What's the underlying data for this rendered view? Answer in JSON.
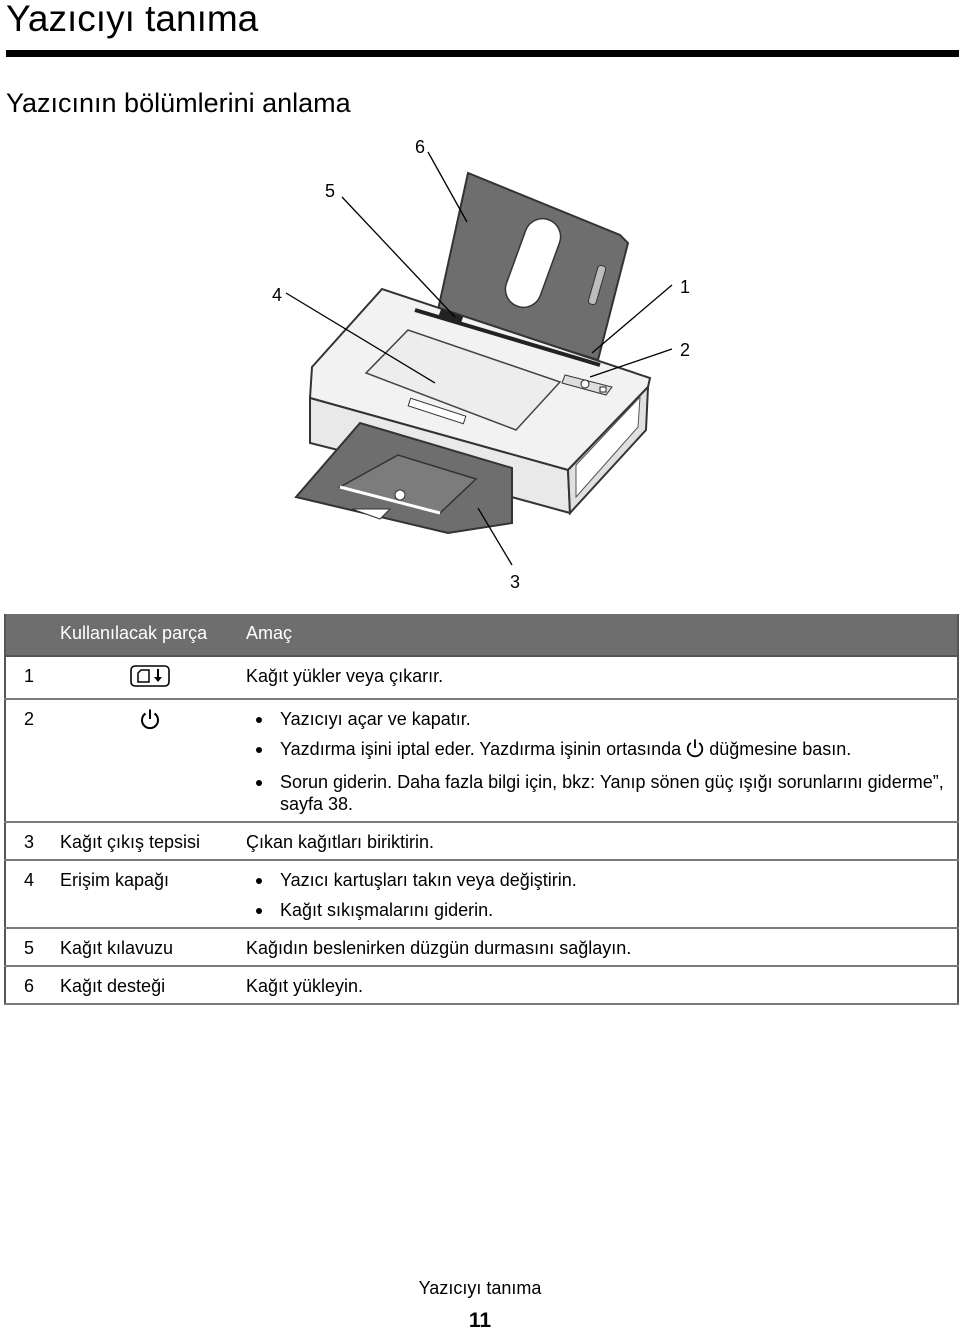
{
  "page_title": "Yazıcıyı tanıma",
  "section_title": "Yazıcının bölümlerini anlama",
  "figure": {
    "callouts": [
      "6",
      "5",
      "4",
      "1",
      "2",
      "3"
    ]
  },
  "table": {
    "headers": {
      "number": "",
      "part": "Kullanılacak parça",
      "purpose": "Amaç"
    },
    "rows": [
      {
        "number": "1",
        "part": "",
        "part_icon": "paper-load-eject-icon",
        "purpose": "Kağıt yükler veya çıkarır."
      },
      {
        "number": "2",
        "part": "",
        "part_icon": "power-icon",
        "bullets": [
          "Yazıcıyı açar ve kapatır.",
          "Yazdırma işini iptal eder. Yazdırma işinin ortasında",
          "düğmesine basın.",
          "Sorun giderin. Daha fazla bilgi için, bkz: Yanıp sönen güç ışığı sorunlarını giderme”, sayfa 38."
        ]
      },
      {
        "number": "3",
        "part": "Kağıt çıkış tepsisi",
        "purpose": "Çıkan kağıtları biriktirin."
      },
      {
        "number": "4",
        "part": "Erişim kapağı",
        "bullets": [
          "Yazıcı kartuşları takın veya değiştirin.",
          "Kağıt sıkışmalarını giderin."
        ]
      },
      {
        "number": "5",
        "part": "Kağıt kılavuzu",
        "purpose": "Kağıdın beslenirken düzgün durmasını sağlayın."
      },
      {
        "number": "6",
        "part": "Kağıt desteği",
        "purpose": "Kağıt yükleyin."
      }
    ]
  },
  "footer": {
    "title": "Yazıcıyı tanıma",
    "page_number": "11"
  }
}
